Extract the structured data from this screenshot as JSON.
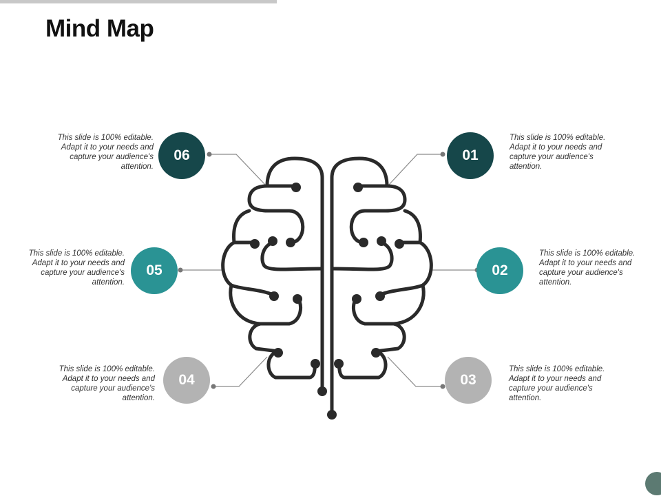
{
  "title": "Mind Map",
  "colors": {
    "dark_teal": "#16474a",
    "teal": "#2a9394",
    "gray": "#b3b3b3",
    "brain_stroke": "#2a2a2a",
    "connector": "#777777"
  },
  "nodes": [
    {
      "id": "01",
      "label": "01",
      "text": "This slide is 100% editable. Adapt it to your needs and capture your audience's attention.",
      "color": "#16474a"
    },
    {
      "id": "02",
      "label": "02",
      "text": "This slide is 100% editable. Adapt it to your needs and capture your audience's attention.",
      "color": "#2a9394"
    },
    {
      "id": "03",
      "label": "03",
      "text": "This slide is 100% editable. Adapt it to your needs and capture your audience's attention.",
      "color": "#b3b3b3"
    },
    {
      "id": "04",
      "label": "04",
      "text": "This slide is 100% editable. Adapt it to your needs and capture your audience's attention.",
      "color": "#b3b3b3"
    },
    {
      "id": "05",
      "label": "05",
      "text": "This slide is 100% editable. Adapt it to your needs and capture your audience's attention.",
      "color": "#2a9394"
    },
    {
      "id": "06",
      "label": "06",
      "text": "This slide is 100% editable. Adapt it to your needs and capture your audience's attention.",
      "color": "#16474a"
    }
  ]
}
